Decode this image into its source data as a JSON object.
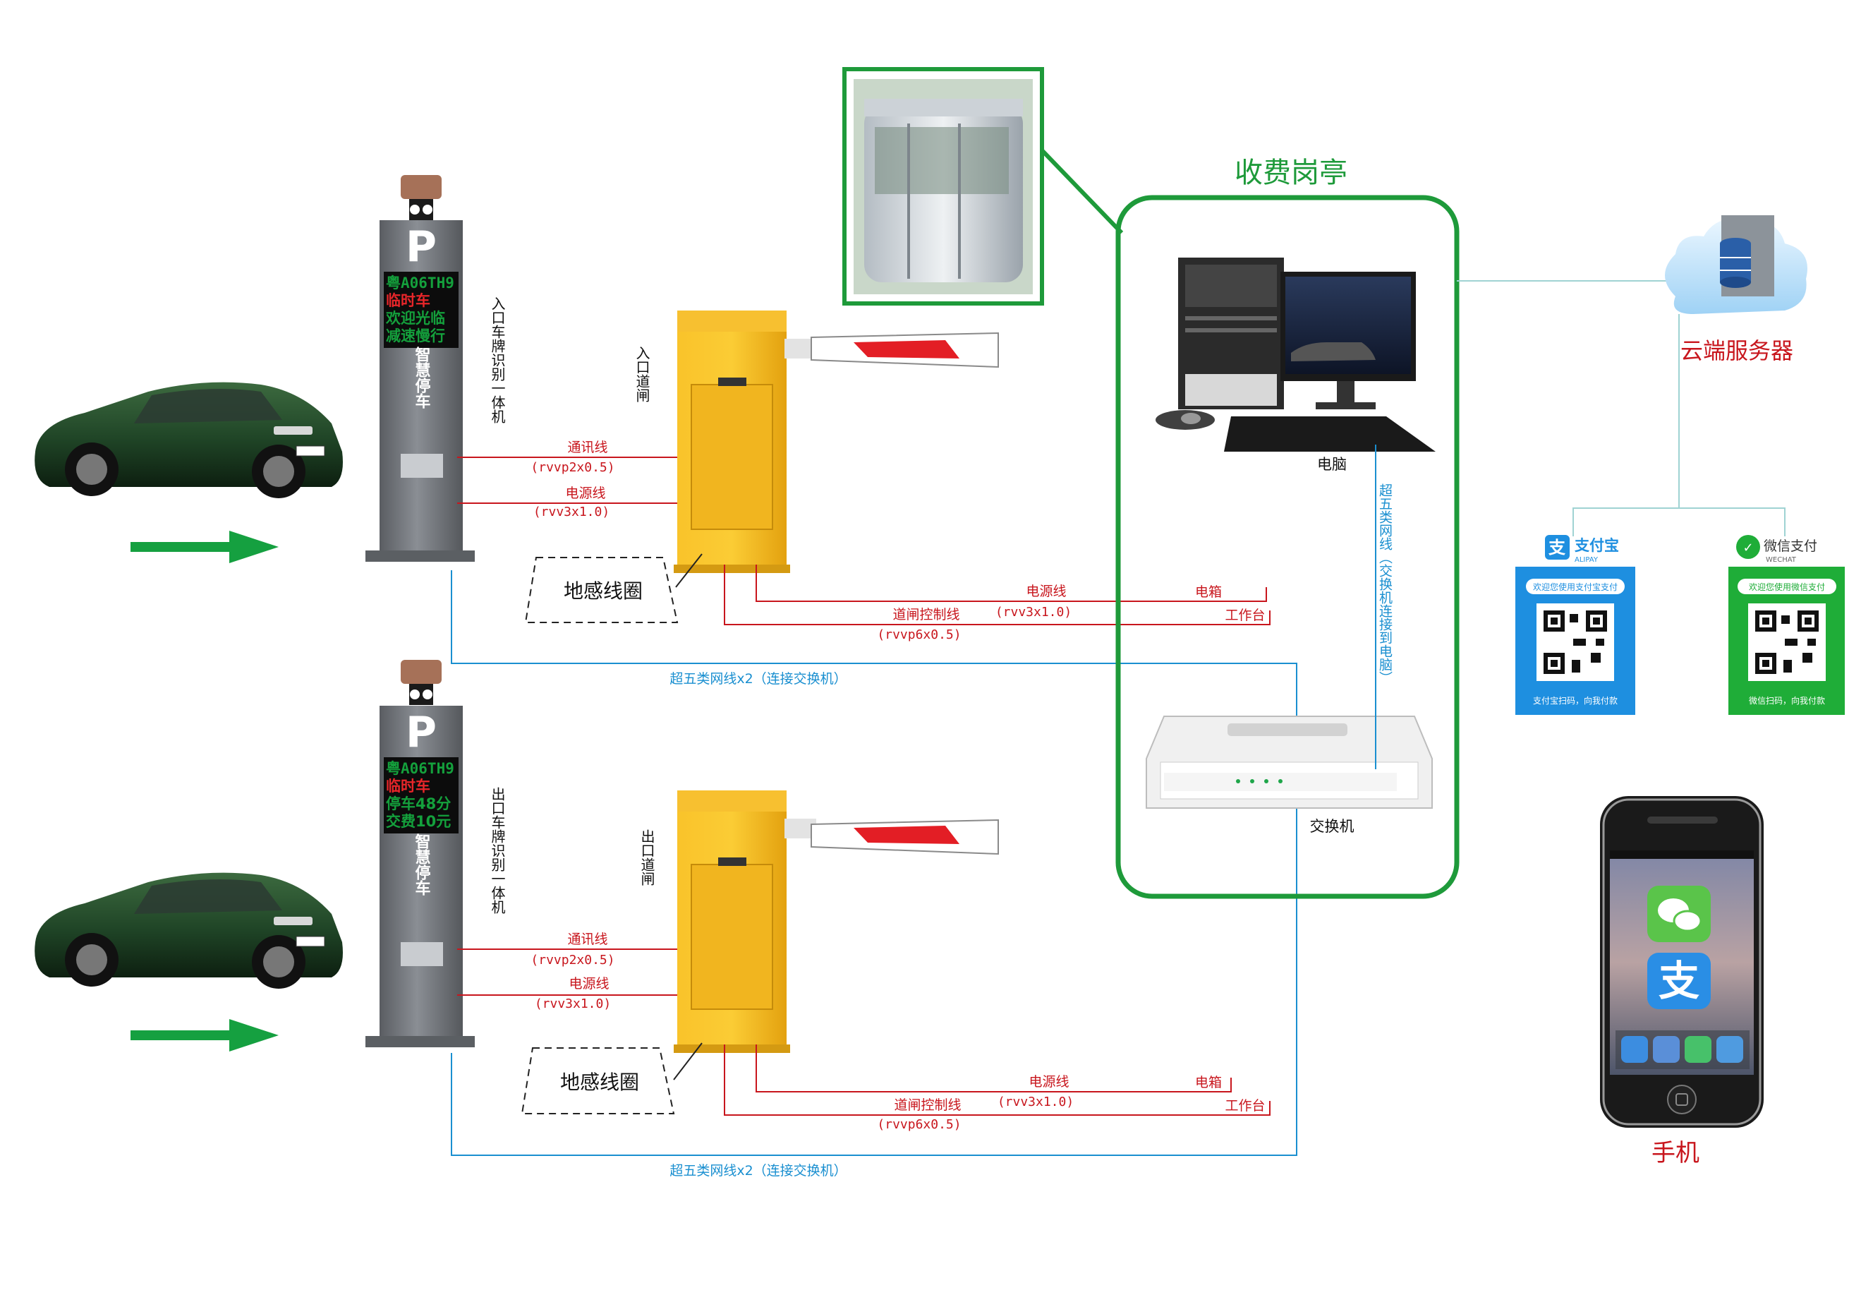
{
  "booth": {
    "title": "收费岗亭",
    "computer_label": "电脑",
    "switch_label": "交换机",
    "link_label": "超五类网线（交换机连接到电脑）"
  },
  "cloud": {
    "label": "云端服务器"
  },
  "phone": {
    "label": "手机"
  },
  "payments": {
    "alipay": {
      "brand": "支付宝",
      "brand_en": "ALIPAY",
      "welcome": "欢迎您使用支付宝支付",
      "footer": "支付宝扫码，向我付款",
      "color": "#1e8fe0"
    },
    "wechat": {
      "brand": "微信支付",
      "brand_en": "WECHAT",
      "welcome": "欢迎您使用微信支付",
      "footer": "微信扫码，向我付款",
      "color": "#1fad38"
    }
  },
  "entry": {
    "plate": "粤A06TH9",
    "line2": "临时车",
    "line3": "欢迎光临",
    "line4": "减速慢行",
    "column_text": "智慧停车",
    "camera_label": "入口车牌识别一体机",
    "gate_label": "入口道闸",
    "comm": "通讯线",
    "comm_spec": "(rvvp2x0.5)",
    "power": "电源线",
    "power_spec": "(rvv3x1.0)",
    "loop": "地感线圈",
    "gate_power": "电源线",
    "gate_power_spec": "(rvv3x1.0)",
    "gate_ctrl": "道闸控制线",
    "gate_ctrl_spec": "(rvvp6x0.5)",
    "box": "电箱",
    "desk": "工作台",
    "net": "超五类网线x2（连接交换机）"
  },
  "exit": {
    "plate": "粤A06TH9",
    "line2": "临时车",
    "line3": "停车48分",
    "line4": "交费10元",
    "column_text": "智慧停车",
    "camera_label": "出口车牌识别一体机",
    "gate_label": "出口道闸",
    "comm": "通讯线",
    "comm_spec": "(rvvp2x0.5)",
    "power": "电源线",
    "power_spec": "(rvv3x1.0)",
    "loop": "地感线圈",
    "gate_power": "电源线",
    "gate_power_spec": "(rvv3x1.0)",
    "gate_ctrl": "道闸控制线",
    "gate_ctrl_spec": "(rvvp6x0.5)",
    "box": "电箱",
    "desk": "工作台",
    "net": "超五类网线x2（连接交换机）"
  },
  "colors": {
    "wire_red": "#c8161d",
    "wire_blue": "#1a8fd0",
    "booth_green": "#1e9a3a",
    "gate_yellow": "#f5b820",
    "arrow_green": "#15a040"
  }
}
